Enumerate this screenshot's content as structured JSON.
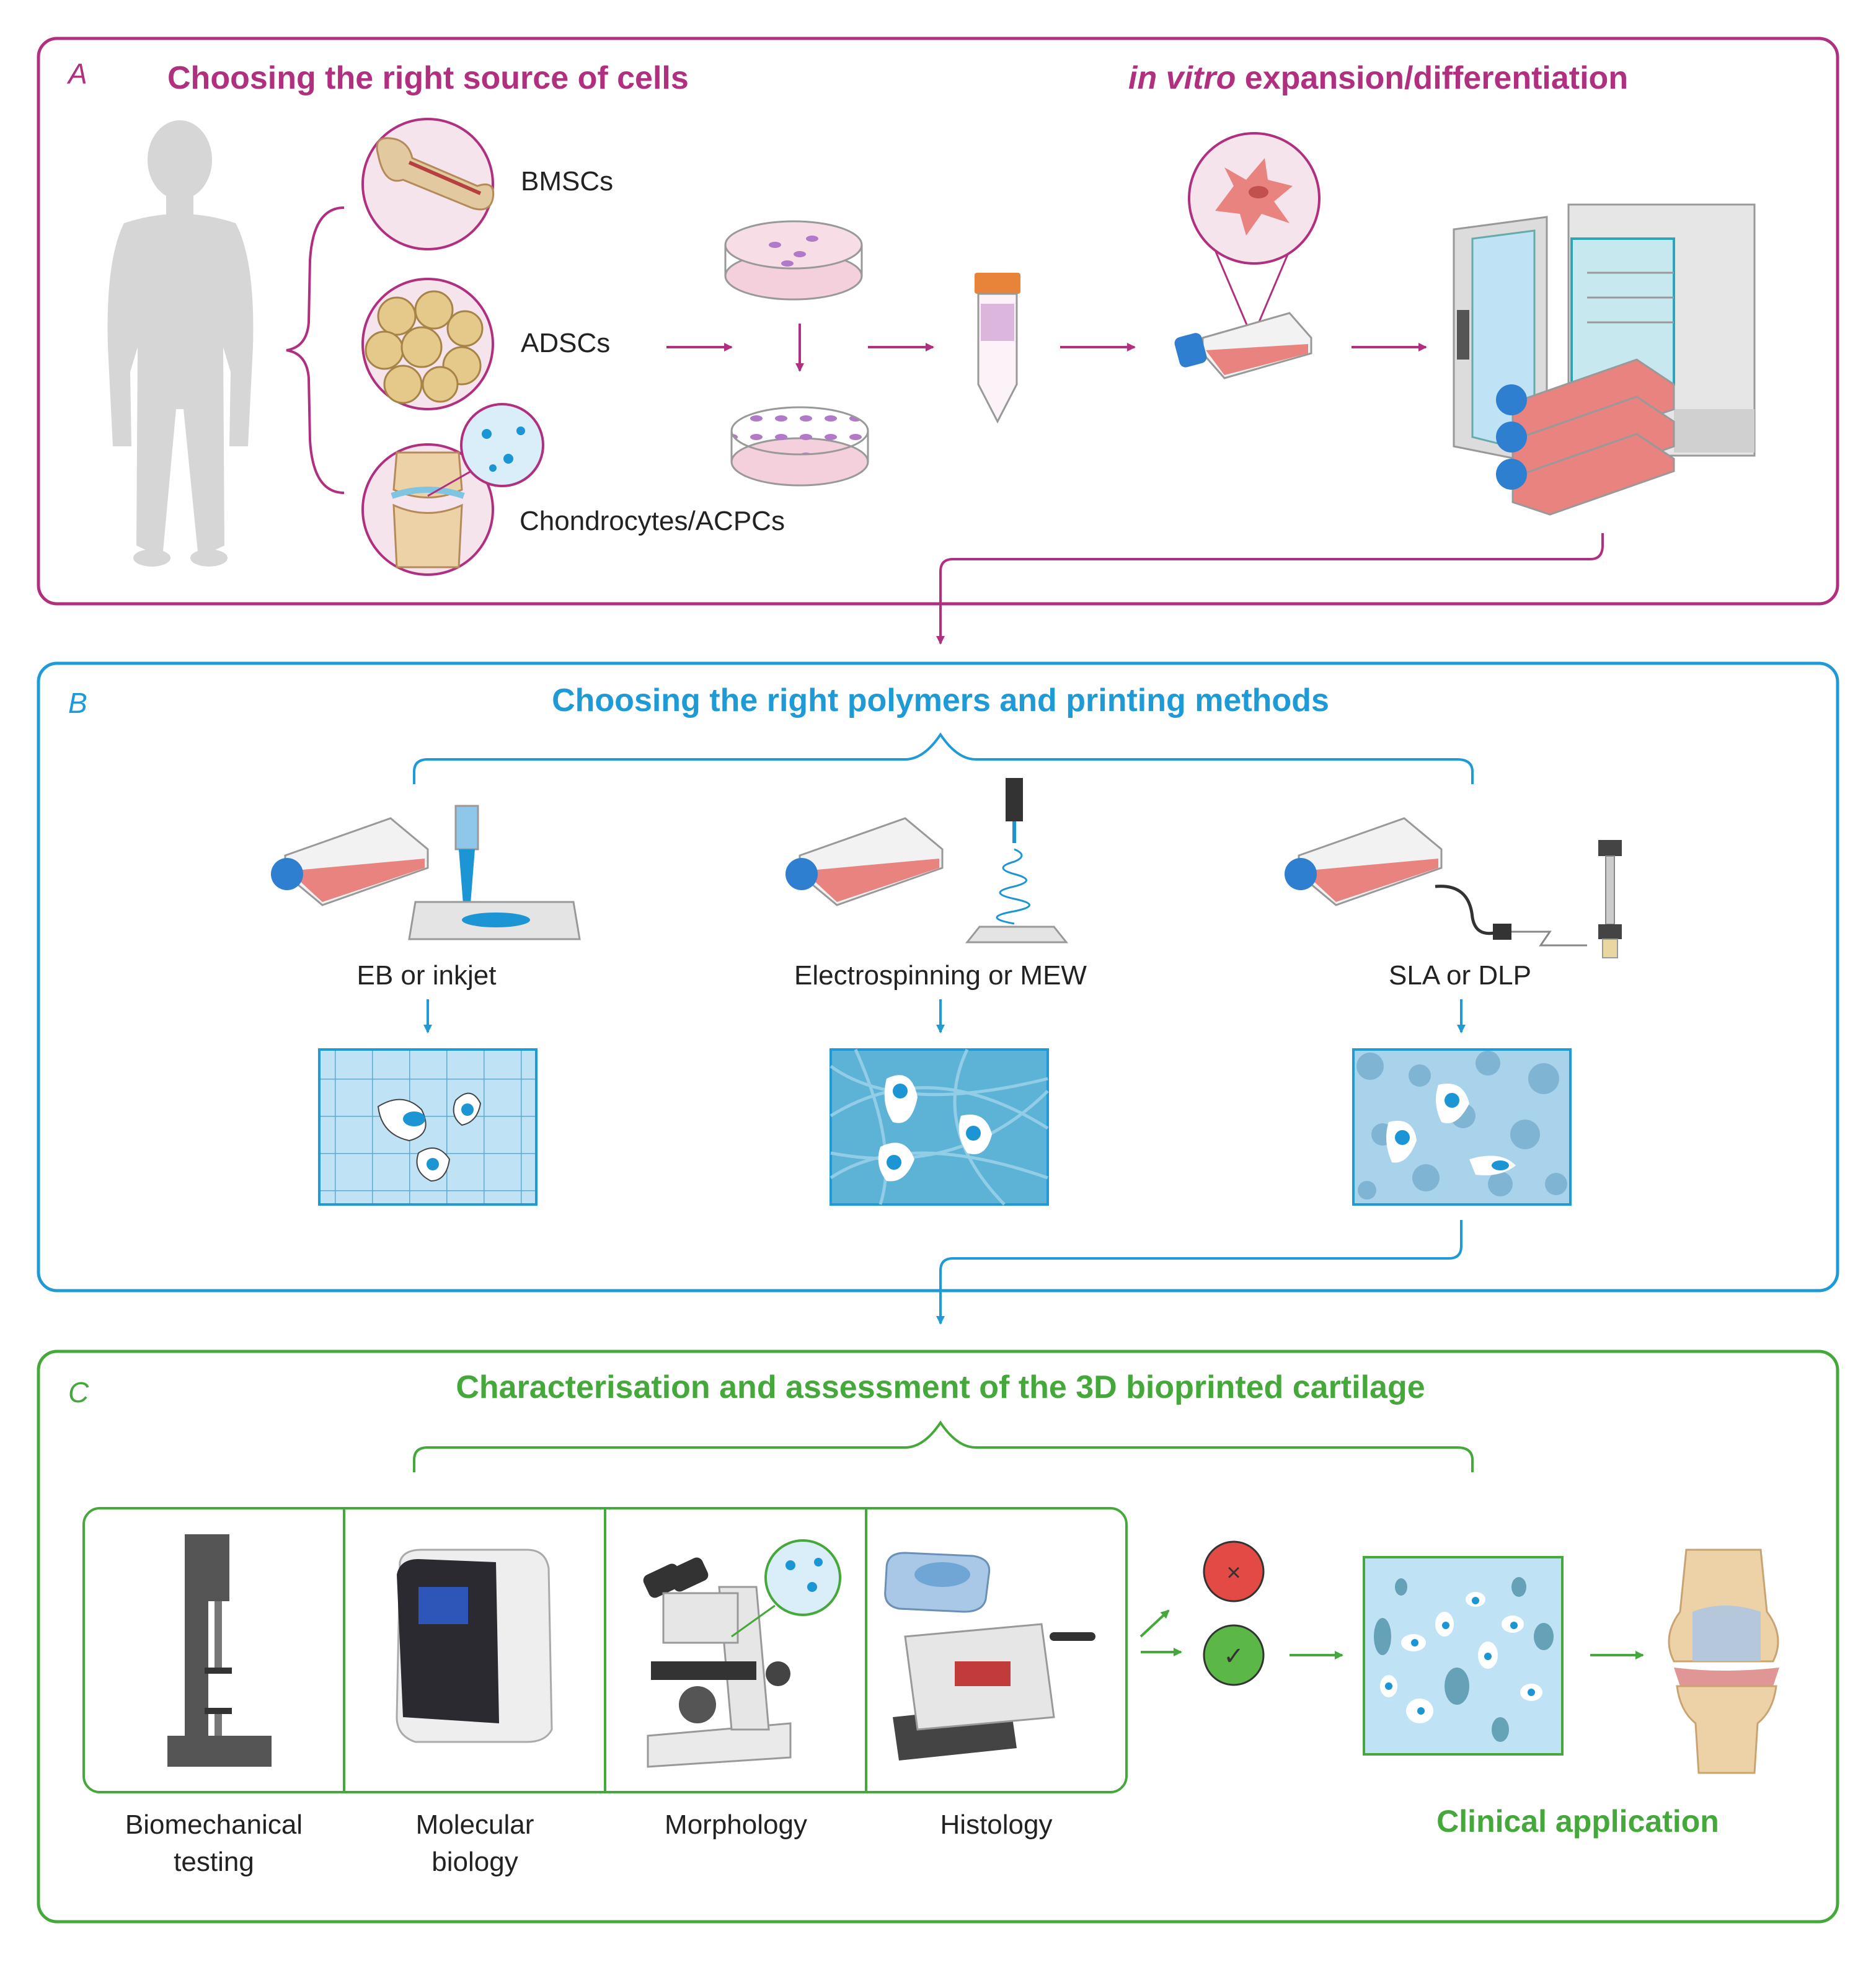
{
  "colors": {
    "panel_a": "#b0307f",
    "panel_b": "#1e9ad6",
    "panel_c": "#45a83a",
    "body": "#d6d6d6",
    "flask_medium": "#e8837f",
    "flask_cap": "#2f7fd1",
    "tube_cap": "#e8833a",
    "scaffold_fill": "#bfe3f5",
    "cell_nucleus": "#1b95d4",
    "reject": "#e34a45",
    "accept": "#5bb847",
    "text": "#222222"
  },
  "panel_a": {
    "letter": "A",
    "title_left": "Choosing the right source of cells",
    "title_right_italic": "in vitro",
    "title_right_rest": "expansion/differentiation",
    "sources": [
      "BMSCs",
      "ADSCs",
      "Chondrocytes/ACPCs"
    ],
    "icons": [
      "human-silhouette-icon",
      "bone-icon",
      "adipocytes-icon",
      "knee-joint-icon",
      "petri-dish-icon",
      "conical-tube-icon",
      "culture-flask-icon",
      "incubator-icon"
    ]
  },
  "panel_b": {
    "letter": "B",
    "title": "Choosing the right polymers and printing methods",
    "methods": [
      "EB or inkjet",
      "Electrospinning or MEW",
      "SLA or DLP"
    ],
    "icons": [
      "extrusion-nozzle-icon",
      "electrospinning-icon",
      "stereolithography-icon",
      "grid-scaffold-icon",
      "fibrous-scaffold-icon",
      "porous-scaffold-icon"
    ]
  },
  "panel_c": {
    "letter": "C",
    "title": "Characterisation and assessment of the 3D bioprinted cartilage",
    "assessments": [
      {
        "line1": "Biomechanical",
        "line2": "testing"
      },
      {
        "line1": "Molecular",
        "line2": "biology"
      },
      {
        "line1": "Morphology",
        "line2": ""
      },
      {
        "line1": "Histology",
        "line2": ""
      }
    ],
    "outcome_reject_symbol": "×",
    "outcome_accept_symbol": "✓",
    "final": "Clinical application",
    "icons": [
      "mechanical-tester-icon",
      "pcr-machine-icon",
      "microscope-icon",
      "microtome-icon",
      "cartilage-tissue-icon",
      "knee-icon"
    ]
  }
}
